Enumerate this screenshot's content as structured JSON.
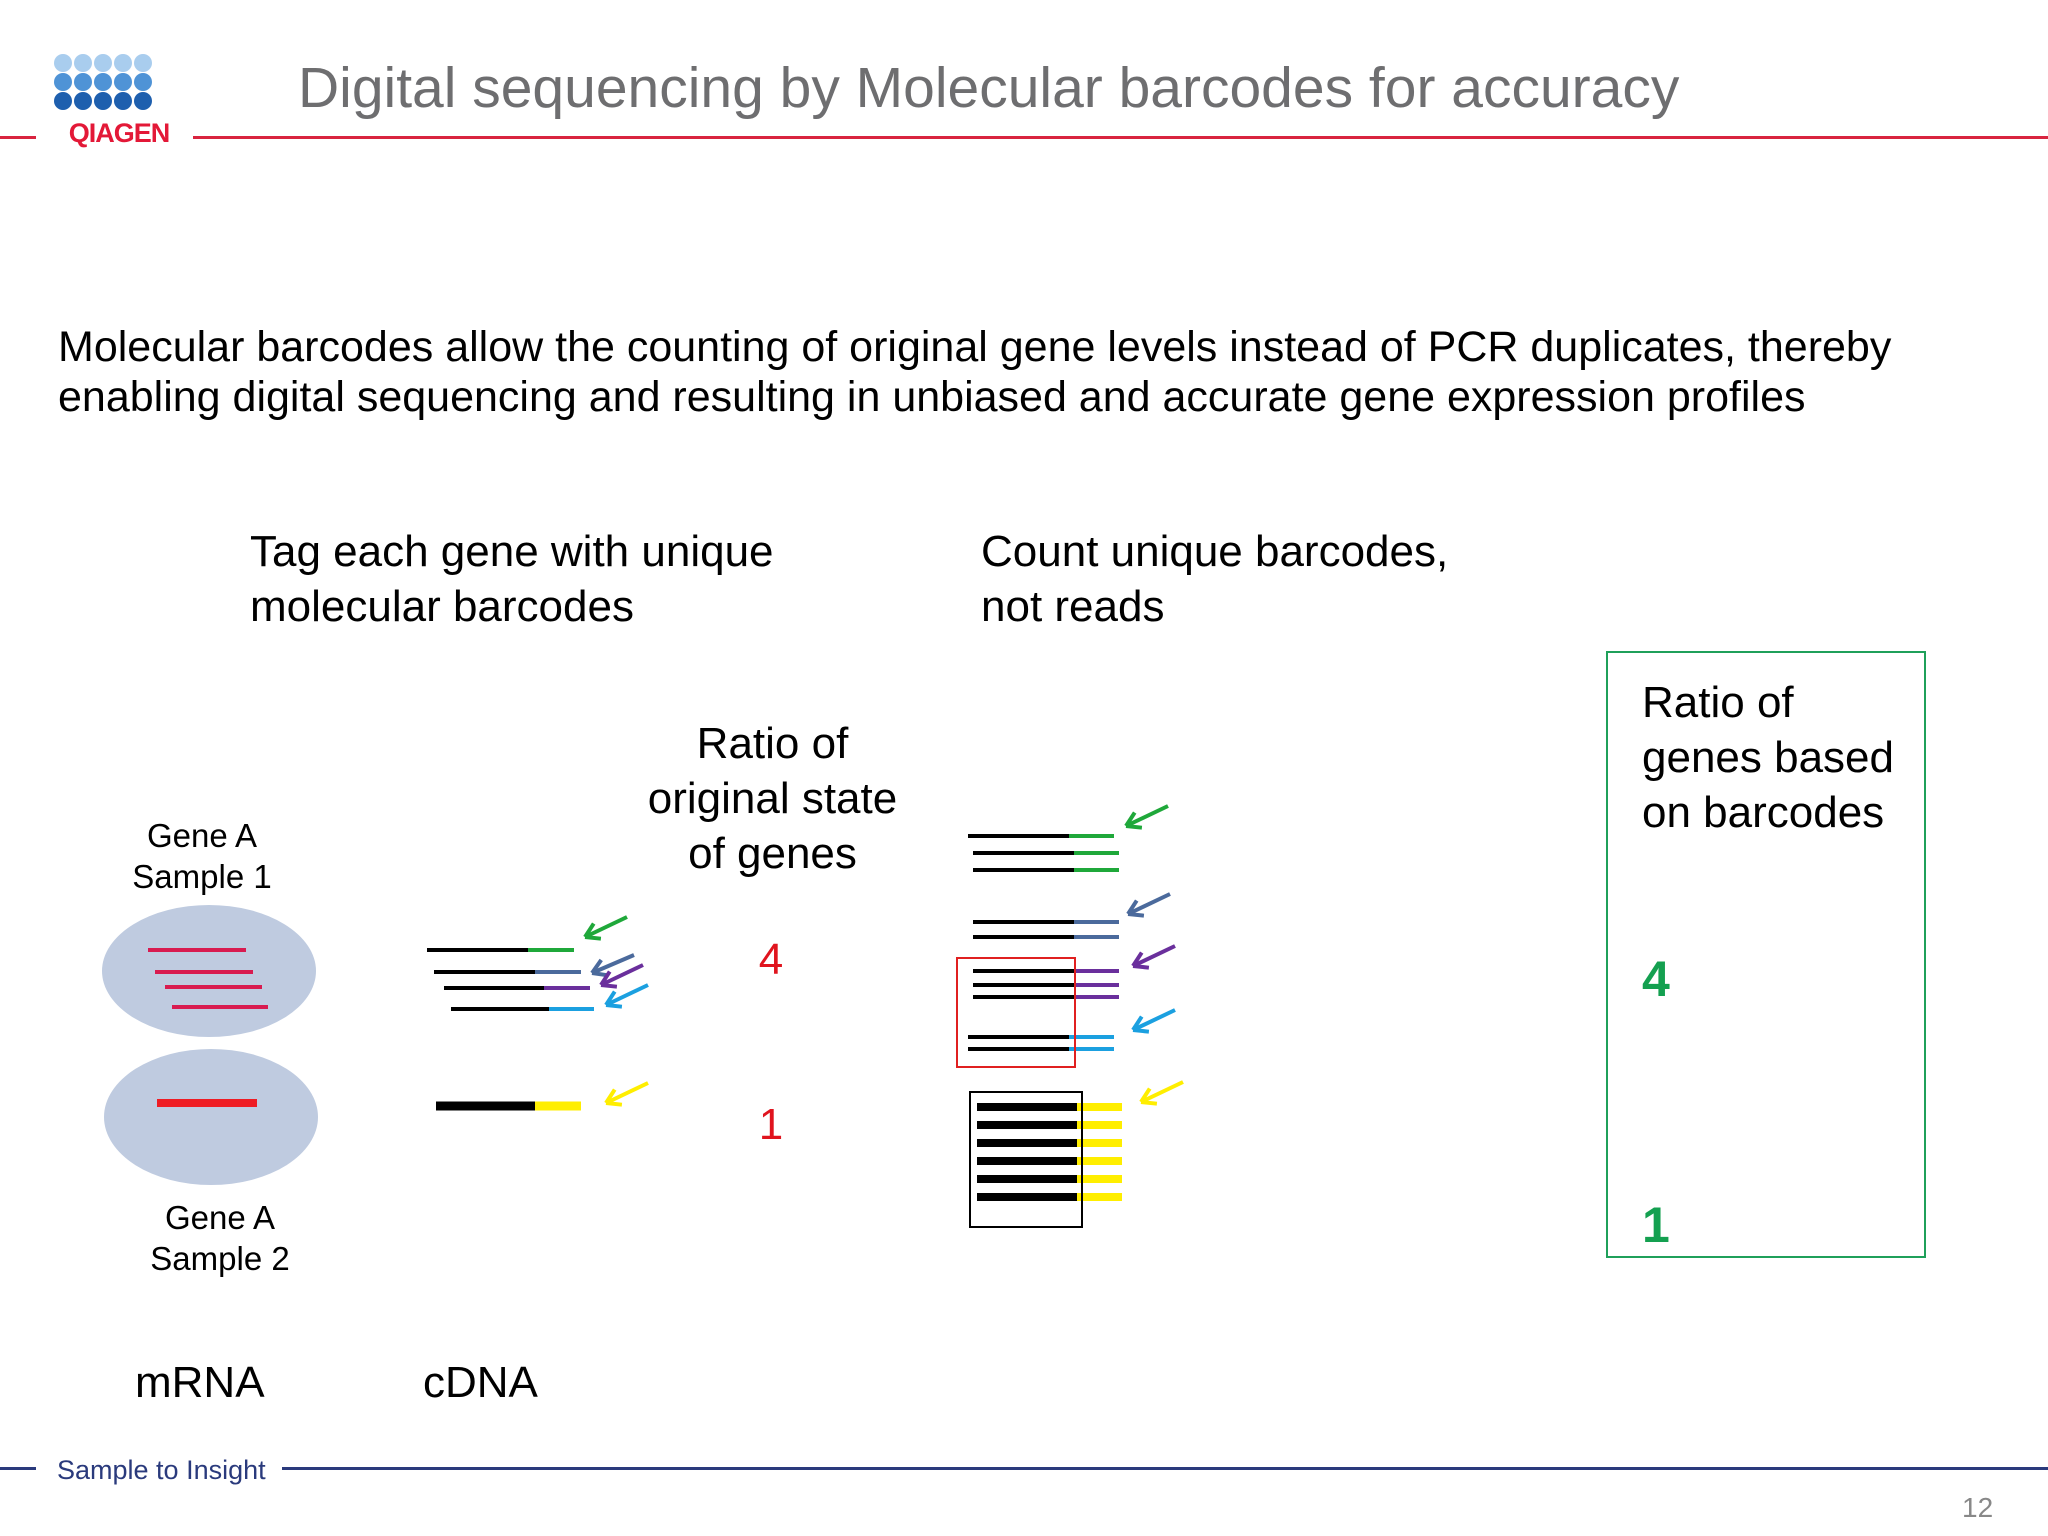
{
  "header": {
    "logo_text": "QIAGEN",
    "title": "Digital sequencing by Molecular barcodes for accuracy"
  },
  "intro": "Molecular barcodes allow the counting of original gene levels instead of PCR duplicates, thereby enabling digital sequencing and resulting in unbiased and accurate gene expression profiles",
  "diagram": {
    "tag_heading": [
      "Tag each gene with unique",
      "molecular barcodes"
    ],
    "count_heading": [
      "Count unique barcodes,",
      "not reads"
    ],
    "ratio_original": [
      "Ratio of",
      "original state",
      "of genes"
    ],
    "ratio_original_values": [
      "4",
      "1"
    ],
    "gene_sample1": [
      "Gene A",
      "Sample 1"
    ],
    "gene_sample2": [
      "Gene A",
      "Sample 2"
    ],
    "mrna_label": "mRNA",
    "cdna_label": "cDNA",
    "ratio_barcodes": [
      "Ratio of",
      "genes based",
      "on barcodes"
    ],
    "ratio_barcode_values": [
      "4",
      "1"
    ]
  },
  "colors": {
    "brand_red": "#d9243f",
    "title_gray": "#6e6e70",
    "barcode_green": "#1fa83a",
    "barcode_slate": "#4b6a9c",
    "barcode_purple": "#6a2f9c",
    "barcode_cyan": "#1ba0e0",
    "barcode_yellow": "#ffee00",
    "footer_navy": "#2a3a7c"
  },
  "footer": {
    "tagline": "Sample to Insight",
    "page_number": "12"
  }
}
